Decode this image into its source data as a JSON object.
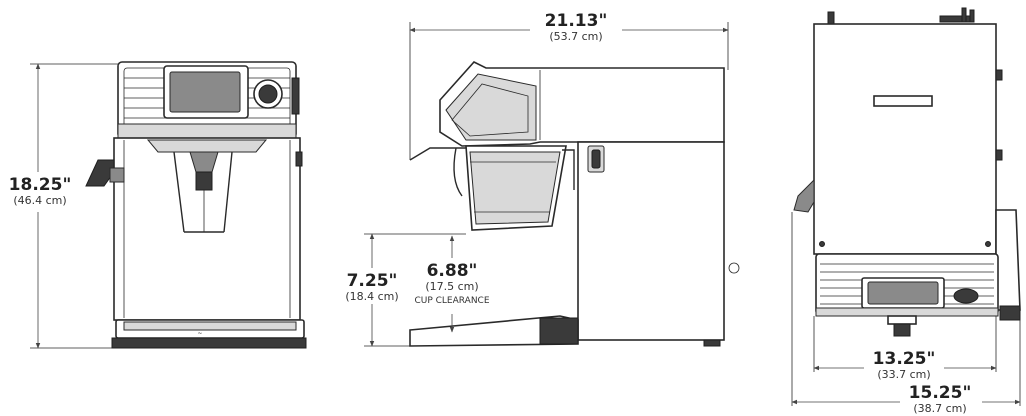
{
  "dimensions": {
    "front_height": {
      "main": "18.25\"",
      "sub": "(46.4 cm)"
    },
    "side_width": {
      "main": "21.13\"",
      "sub": "(53.7 cm)"
    },
    "side_base_height": {
      "main": "7.25\"",
      "sub": "(18.4 cm)"
    },
    "cup_clearance": {
      "main": "6.88\"",
      "sub": "(17.5 cm)",
      "label": "CUP CLEARANCE"
    },
    "top_inner_width": {
      "main": "13.25\"",
      "sub": "(33.7 cm)"
    },
    "top_outer_width": {
      "main": "15.25\"",
      "sub": "(38.7 cm)"
    }
  },
  "colors": {
    "outline": "#2a2a2a",
    "panel_dark": "#3a3a3a",
    "panel_mid": "#8a8a8a"
  }
}
